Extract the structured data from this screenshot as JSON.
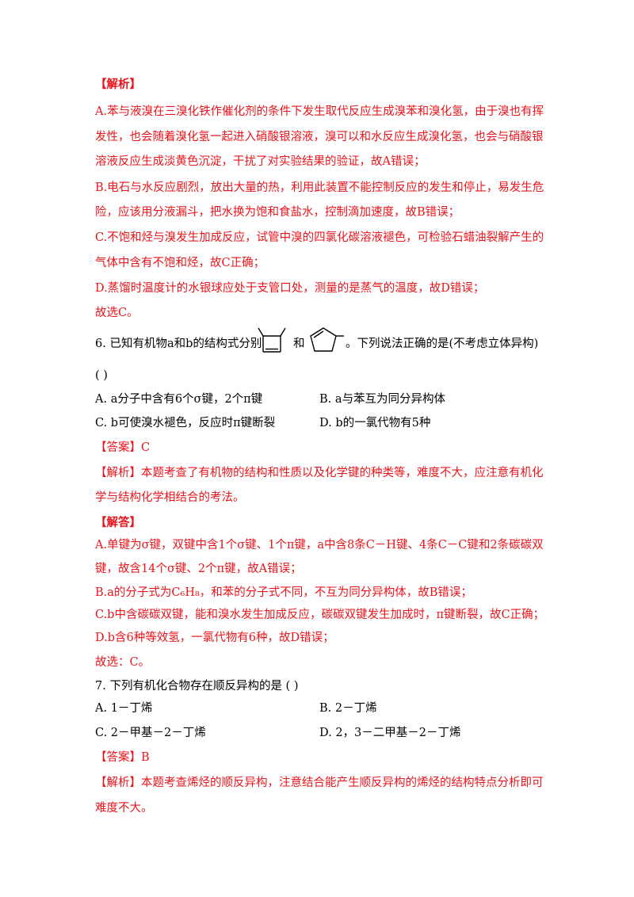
{
  "block1": {
    "heading": "【解析】",
    "lines": [
      "A.苯与液溴在三溴化铁作催化剂的条件下发生取代反应生成溴苯和溴化氢，由于溴也有挥",
      "发性，也会随着溴化氢一起进入硝酸银溶液，溴可以和水反应生成溴化氢，也会与硝酸银",
      "溶液反应生成淡黄色沉淀，干扰了对实验结果的验证，故A错误；",
      "B.电石与水反应剧烈，放出大量的热，利用此装置不能控制反应的发生和停止，易发生危",
      "险，应该用分液漏斗，把水换为饱和食盐水，控制滴加速度，故B错误；",
      "C.不饱和烃与溴发生加成反应，试管中溴的四氯化碳溶液褪色，可检验石蜡油裂解产生的",
      "气体中含有不饱和烃，故C正确；",
      "D.蒸馏时温度计的水银球应处于支管口处，测量的是蒸气的温度，故D错误；",
      "故选C。"
    ]
  },
  "q6": {
    "stem_prefix": "6. 已知有机物a和b的结构式分别",
    "stem_mid": "和",
    "stem_suffix": "。下列说法正确的是(不考虑立体异构)",
    "paren": "(   )",
    "options": {
      "A": "A.  a分子中含有6个σ键，2个π键",
      "B": "B.  a与苯互为同分异构体",
      "C": "C.  b可使溴水褪色，反应时π键断裂",
      "D": "D.  b的一氯代物有5种"
    },
    "answer": "【答案】C",
    "analysis_lines": [
      "【解析】本题考查了有机物的结构和性质以及化学键的种类等，难度不大，应注意有机化",
      "学与结构化学相结合的考法。"
    ],
    "solution_heading": "【解答】",
    "solution_lines": [
      "A.单键为σ键，双键中含1个σ键、1个π键，a中含8条C－H键、4条C－C键和2条碳碳双",
      "键，故含14个σ键、2个π键，故A错误；",
      "B.a的分子式为C₆H₈，和苯的分子式不同，不互为同分异构体，故B错误；",
      "C.b中含碳碳双键，能和溴水发生加成反应，碳碳双键发生加成时，π键断裂，故C正确；",
      "D.b含6种等效氢，一氯代物有6种，故D错误；",
      "故选：C。"
    ]
  },
  "q7": {
    "stem": "7. 下列有机化合物存在顺反异构的是 (   )",
    "options": {
      "A": "A.  1－丁烯",
      "B": "B.  2－丁烯",
      "C": "C.  2－甲基－2－丁烯",
      "D": "D.  2，3－二甲基－2－丁烯"
    },
    "answer": "【答案】B",
    "analysis_lines": [
      "【解析】本题考查烯烃的顺反异构，注意结合能产生顺反异构的烯烃的结构特点分析即可",
      "难度不大。"
    ]
  }
}
